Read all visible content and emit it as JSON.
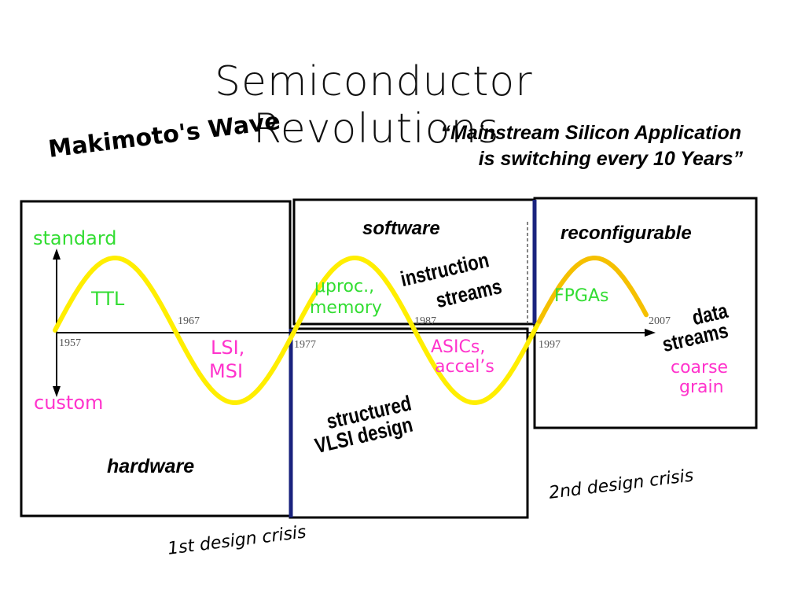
{
  "title": {
    "line1": "Semiconductor",
    "line2": "Revolutions"
  },
  "wave_label": "Makimoto's Wave",
  "quote": {
    "line1": "“Mainstream Silicon Application",
    "line2": "is switching every  10 Years”"
  },
  "axis": {
    "top": "standard",
    "bottom": "custom"
  },
  "years": [
    "1957",
    "1967",
    "1977",
    "1987",
    "1997",
    "2007"
  ],
  "phases": {
    "ttl": "TTL",
    "lsi": {
      "line1": "LSI,",
      "line2": "MSI"
    },
    "uproc": {
      "line1": "μproc.,",
      "line2": "memory"
    },
    "asics": {
      "line1": "ASICs,",
      "line2": "accel’s"
    },
    "fpgas": "FPGAs",
    "coarse": {
      "line1": "coarse",
      "line2": "grain"
    }
  },
  "boxes": {
    "hardware": "hardware",
    "software": "software",
    "reconfigurable": "reconfigurable"
  },
  "streams": {
    "instruction": {
      "line1": "instruction",
      "line2": "streams"
    },
    "structured": {
      "line1": "structured",
      "line2": "VLSI design"
    },
    "data": {
      "line1": "data",
      "line2": "streams"
    }
  },
  "crises": {
    "first": "1st design crisis",
    "second": "2nd design crisis"
  },
  "colors": {
    "wave": "#ffee00",
    "wave_last": "#f5c000",
    "divider": "#1a237e",
    "text": "#000000"
  }
}
